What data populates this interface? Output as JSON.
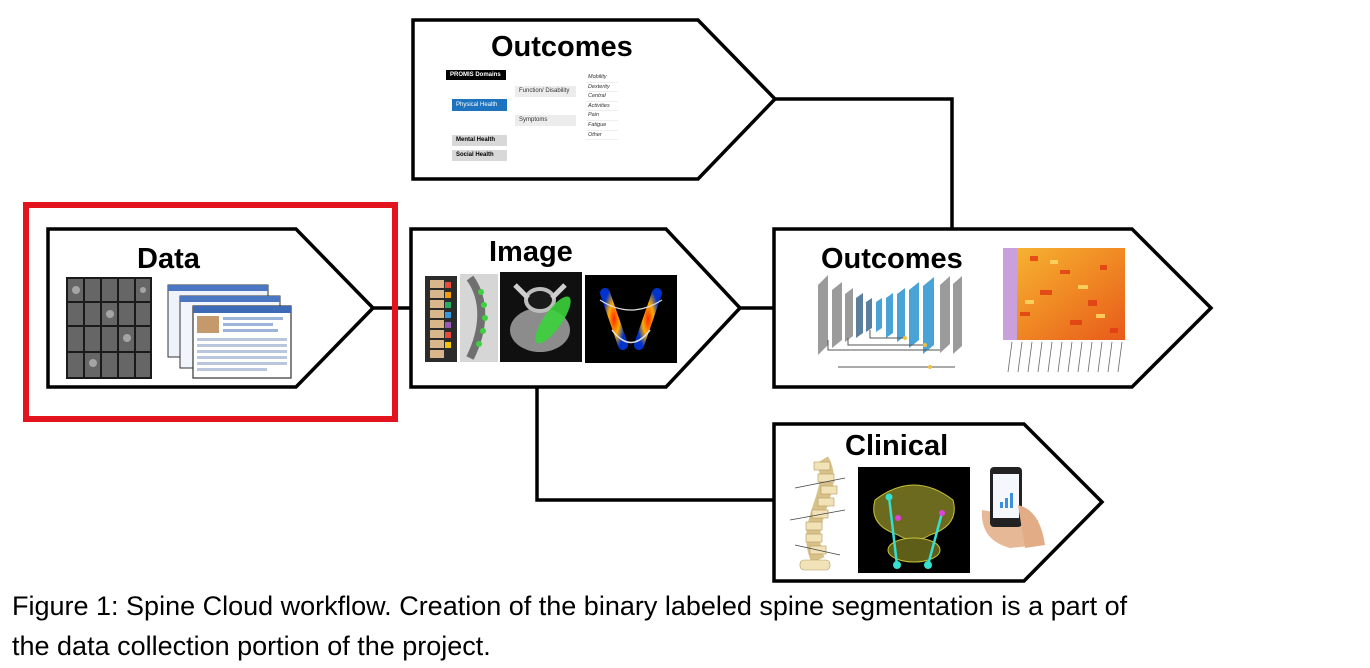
{
  "nodes": {
    "outcomes_top": {
      "title": "Outcomes"
    },
    "data": {
      "title": "Data"
    },
    "image": {
      "title": "Image"
    },
    "outcomes_mid": {
      "title": "Outcomes"
    },
    "clinical": {
      "title": "Clinical"
    }
  },
  "promis": {
    "header": "PROMIS Domains",
    "physical": "Physical Health",
    "mental": "Mental Health",
    "social": "Social Health",
    "function": "Function/ Disability",
    "symptoms": "Symptoms",
    "items": [
      "Mobility",
      "Dexterity",
      "Central",
      "Activities",
      "Pain",
      "Fatigue",
      "Other"
    ]
  },
  "highlight_color": "#e3141e",
  "caption": {
    "line1": "Figure 1: Spine Cloud workflow. Creation of the binary labeled spine segmentation is a part of",
    "line2": "the data collection portion of the project."
  }
}
